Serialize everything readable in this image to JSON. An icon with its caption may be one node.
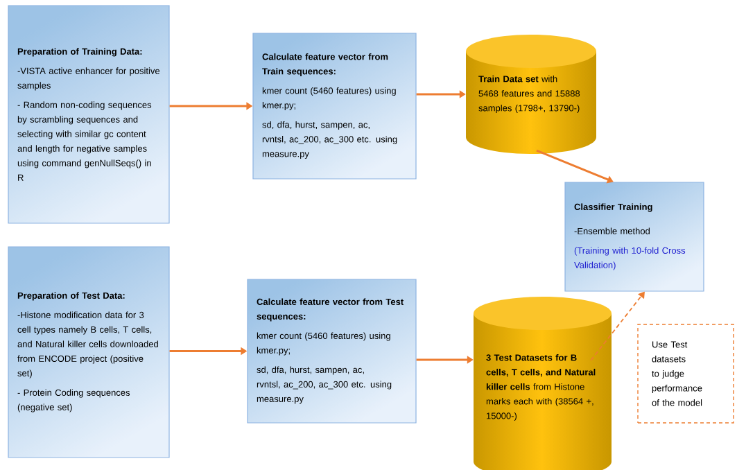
{
  "diagram": {
    "nodes": [
      {
        "text": [
          "Preparation of Training Data:",
          "-VISTA active enhancer for positive samples",
          "- Random non-coding sequences by scrambling sequences and selecting with similar gc content and length for negative samples using command genNullSeqs() in R"
        ]
      },
      {
        "text": [
          "Calculate feature vector from Train sequences:",
          "kmer count (5460 features) using kmer.py;",
          "sd, dfa, hurst, sampen, ac, rvntsl, ac_200, ac_300 etc. using measure.py"
        ]
      },
      {
        "text": [
          "**Train Data set** with 5468 features and 15888 samples (1798+, 13790-)"
        ]
      },
      {
        "text": [
          "Classifier Training",
          "-Ensemble method",
          "(Training with 10-fold Cross Validation)"
        ]
      },
      {
        "text": [
          "Preparation of Test Data:",
          "-Histone modification data for 3 cell types namely B cells, T cells, and Natural killer cells downloaded from ENCODE project (positive set)",
          "- Protein Coding sequences (negative set)"
        ]
      },
      {
        "text": [
          "Calculate feature vector from Test sequences:",
          "kmer count (5460 features) using kmer.py;",
          "sd, dfa, hurst, sampen, ac, rvntsl, ac_200, ac_300 etc. using measure.py"
        ]
      },
      {
        "text": [
          "**3 Test Datasets for B cells, T cells, and Natural killer cells** from Histone marks each with (38564 +, 15000-)"
        ]
      },
      {
        "text": [
          "Use Test datasets to judge performance of the model"
        ]
      }
    ],
    "edges": [
      {
        "from": 0,
        "to": 1,
        "arrow": "to"
      },
      {
        "from": 1,
        "to": 2,
        "arrow": "to"
      },
      {
        "from": 2,
        "to": 3,
        "arrow": "to"
      },
      {
        "from": 4,
        "to": 5,
        "arrow": "to"
      },
      {
        "from": 5,
        "to": 6,
        "arrow": "to"
      },
      {
        "from": 6,
        "to": 3,
        "arrow": "to",
        "style": "dashed"
      }
    ]
  }
}
